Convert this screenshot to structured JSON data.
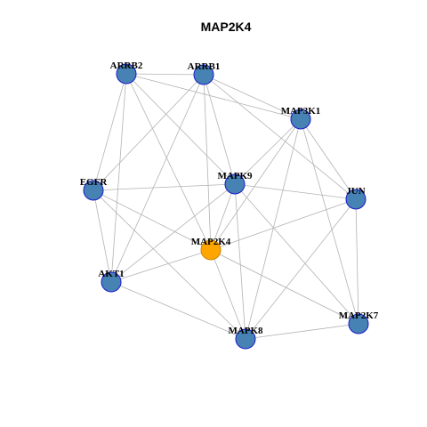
{
  "title": "MAP2K4",
  "colors": {
    "node_fill": "#4682b4",
    "node_stroke": "#1a1acc",
    "focus_fill": "#ffa500",
    "focus_stroke": "#cc8400",
    "edge": "#b3b3b3"
  },
  "focus": "MAP2K4",
  "nodes": [
    "ARRB2",
    "ARRB1",
    "MAP3K1",
    "EGFR",
    "MAPK9",
    "JUN",
    "MAP2K4",
    "AKT1",
    "MAP2K7",
    "MAPK8"
  ],
  "edges": [
    [
      "ARRB2",
      "ARRB1"
    ],
    [
      "ARRB2",
      "MAP3K1"
    ],
    [
      "ARRB2",
      "EGFR"
    ],
    [
      "ARRB2",
      "MAPK9"
    ],
    [
      "ARRB2",
      "AKT1"
    ],
    [
      "ARRB2",
      "MAP2K4"
    ],
    [
      "ARRB1",
      "MAP3K1"
    ],
    [
      "ARRB1",
      "EGFR"
    ],
    [
      "ARRB1",
      "MAPK9"
    ],
    [
      "ARRB1",
      "JUN"
    ],
    [
      "ARRB1",
      "AKT1"
    ],
    [
      "ARRB1",
      "MAP2K4"
    ],
    [
      "MAP3K1",
      "MAPK9"
    ],
    [
      "MAP3K1",
      "JUN"
    ],
    [
      "MAP3K1",
      "MAP2K4"
    ],
    [
      "MAP3K1",
      "MAPK8"
    ],
    [
      "MAP3K1",
      "MAP2K7"
    ],
    [
      "EGFR",
      "MAPK9"
    ],
    [
      "EGFR",
      "AKT1"
    ],
    [
      "EGFR",
      "MAP2K4"
    ],
    [
      "EGFR",
      "MAPK8"
    ],
    [
      "MAPK9",
      "JUN"
    ],
    [
      "MAPK9",
      "AKT1"
    ],
    [
      "MAPK9",
      "MAP2K7"
    ],
    [
      "MAPK9",
      "MAPK8"
    ],
    [
      "MAPK9",
      "MAP2K4"
    ],
    [
      "JUN",
      "MAP2K4"
    ],
    [
      "JUN",
      "MAP2K7"
    ],
    [
      "JUN",
      "MAPK8"
    ],
    [
      "AKT1",
      "MAP2K4"
    ],
    [
      "AKT1",
      "MAPK8"
    ],
    [
      "MAP2K4",
      "MAP2K7"
    ],
    [
      "MAP2K4",
      "MAPK8"
    ],
    [
      "MAP2K7",
      "MAPK8"
    ]
  ]
}
